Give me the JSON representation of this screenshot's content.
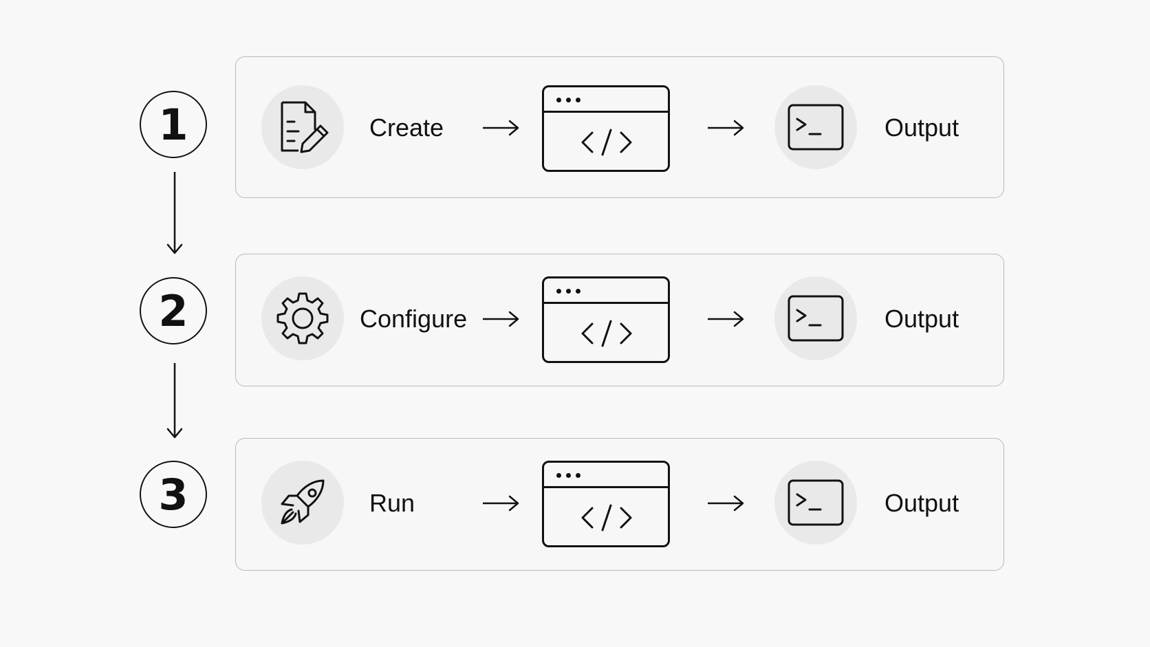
{
  "steps": [
    {
      "number": "1",
      "label": "Create",
      "icon": "document-edit-icon",
      "middle_icon": "code-window-icon",
      "output_icon": "terminal-icon",
      "output_label": "Output"
    },
    {
      "number": "2",
      "label": "Configure",
      "icon": "gear-icon",
      "middle_icon": "code-window-icon",
      "output_icon": "terminal-icon",
      "output_label": "Output"
    },
    {
      "number": "3",
      "label": "Run",
      "icon": "rocket-icon",
      "middle_icon": "code-window-icon",
      "output_icon": "terminal-icon",
      "output_label": "Output"
    }
  ],
  "colors": {
    "background": "#f8f8f8",
    "stroke": "#111111",
    "panel_border": "#b9b9b9",
    "icon_disc": "#e9e9e9"
  }
}
